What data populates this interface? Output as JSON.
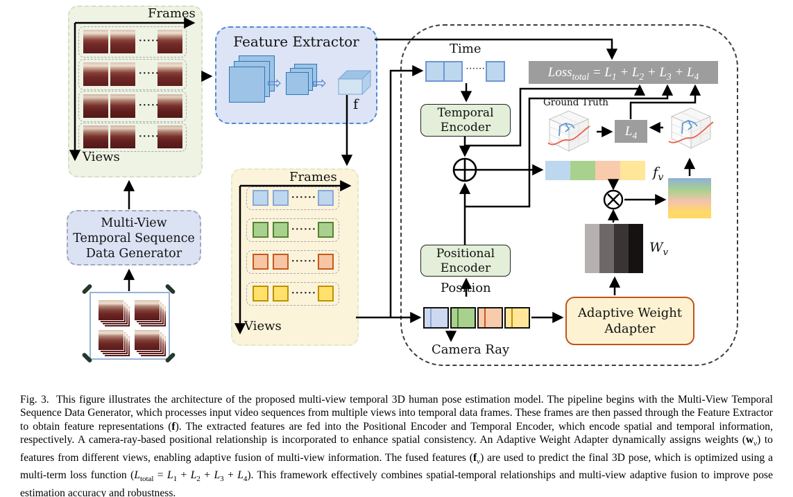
{
  "dots": "······",
  "video_grid_panel": {
    "frames_label": "Frames",
    "views_label": "Views",
    "num_views": 4,
    "num_frames_shown": 3
  },
  "generator_box": {
    "line1": "Multi-View",
    "line2": "Temporal Sequence",
    "line3": "Data Generator"
  },
  "camera_rig": {
    "num_views": 4
  },
  "feature_extractor": {
    "title": "Feature Extractor",
    "feature_label": "f"
  },
  "token_panel": {
    "frames_label": "Frames",
    "views_label": "Views",
    "view_colors": [
      "#bdd7ee",
      "#a9d18e",
      "#f6c6a4",
      "#ffe16b"
    ]
  },
  "pipeline": {
    "time_label": "Time",
    "temporal_encoder_line1": "Temporal",
    "temporal_encoder_line2": "Encoder",
    "positional_encoder_line1": "Positional",
    "positional_encoder_line2": "Encoder",
    "position_label": "Position",
    "camera_ray_label": "Camera Ray",
    "adapter_line1": "Adaptive Weight",
    "adapter_line2": "Adapter",
    "ground_truth_label": "Ground Truth",
    "fused_feature_label_html": "<i>f<sub>v</sub></i>",
    "weights_label_html": "<i>W<sub>v</sub></i>",
    "l4_label_html": "<i>L<sub>4</sub></i>",
    "loss_equation_html": "<i>Loss<sub>total</sub> = L<sub>1</sub> + L<sub>2</sub> + L<sub>3</sub> + L<sub>4</sub></i>",
    "fv_colors": [
      "#bdd7ee",
      "#a9d18e",
      "#f8cbad",
      "#ffe699"
    ],
    "wv_colors": [
      "#b5b1b1",
      "#6e6868",
      "#3a3535",
      "#171212"
    ],
    "gradient_colors": [
      "#8fb0d9",
      "#a9d18e",
      "#f5c3ac",
      "#ffd966"
    ],
    "position_colors": [
      "#ccd9f0",
      "#a9d18e",
      "#f8cbad",
      "#ffe699"
    ]
  },
  "figure": {
    "caption_html": "Fig. 3.&nbsp;&nbsp;This figure illustrates the architecture of the proposed multi-view temporal 3D human pose estimation model. The pipeline begins with the Multi-View Temporal Sequence Data Generator, which processes input video sequences from multiple views into temporal data frames. These frames are then passed through the Feature Extractor to obtain feature representations (<b>f</b>). The extracted features are fed into the Positional Encoder and Temporal Encoder, which encode spatial and temporal information, respectively. A camera-ray-based positional relationship is incorporated to enhance spatial consistency. An Adaptive Weight Adapter dynamically assigns weights (<b>w</b><sub><i>v</i></sub>) to features from different views, enabling adaptive fusion of multi-view information. The fused features (<b>f</b><sub><i>v</i></sub>) are used to predict the final 3D pose, which is optimized using a multi-term loss function (<i>L</i><sub>total</sub> = <i>L</i><sub>1</sub> + <i>L</i><sub>2</sub> + <i>L</i><sub>3</sub> + <i>L</i><sub>4</sub>). This framework effectively combines spatial-temporal relationships and multi-view adaptive fusion to improve pose estimation accuracy and robustness."
  }
}
